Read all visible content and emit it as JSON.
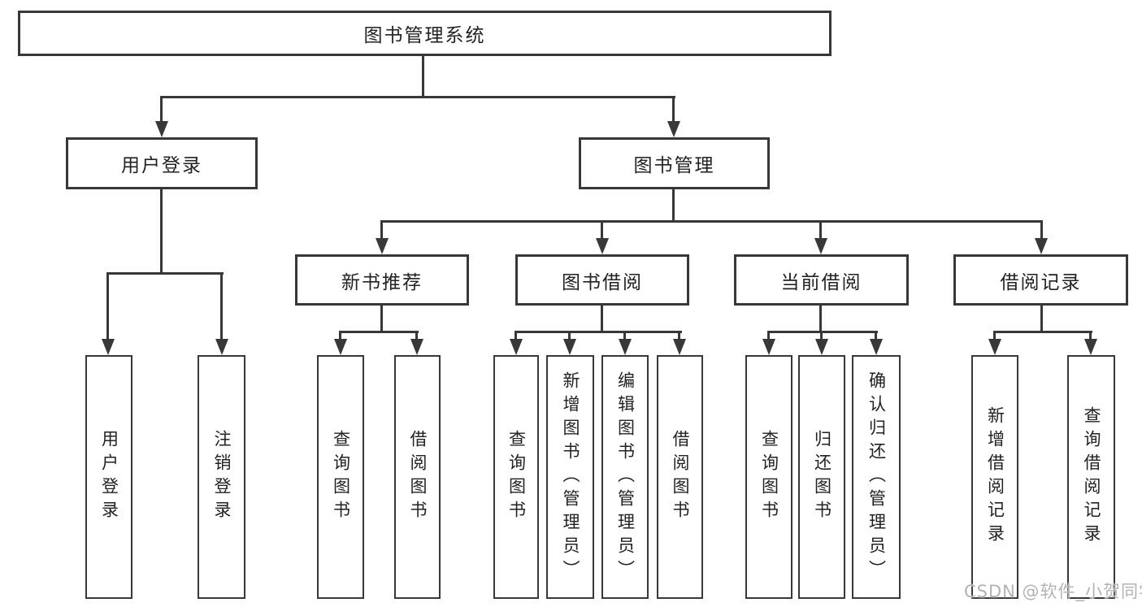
{
  "diagram": {
    "root": {
      "label": "图书管理系统"
    },
    "branches": [
      {
        "label": "用户登录",
        "leaves": [
          {
            "label": "用户登录"
          },
          {
            "label": "注销登录"
          }
        ]
      },
      {
        "label": "图书管理",
        "groups": [
          {
            "label": "新书推荐",
            "leaves": [
              {
                "label": "查询图书"
              },
              {
                "label": "借阅图书"
              }
            ]
          },
          {
            "label": "图书借阅",
            "leaves": [
              {
                "label": "查询图书"
              },
              {
                "label": "新增图书（管理员）"
              },
              {
                "label": "编辑图书（管理员）"
              },
              {
                "label": "借阅图书"
              }
            ]
          },
          {
            "label": "当前借阅",
            "leaves": [
              {
                "label": "查询图书"
              },
              {
                "label": "归还图书"
              },
              {
                "label": "确认归还（管理员）"
              }
            ]
          },
          {
            "label": "借阅记录",
            "leaves": [
              {
                "label": "新增借阅记录"
              },
              {
                "label": "查询借阅记录"
              }
            ]
          }
        ]
      }
    ]
  },
  "watermark": {
    "text": "CSDN @软件_小贺同学"
  },
  "colors": {
    "line": "#383838",
    "box_border": "#383838",
    "text": "#222222",
    "watermark": "#b3b3b3",
    "background": "#ffffff"
  }
}
